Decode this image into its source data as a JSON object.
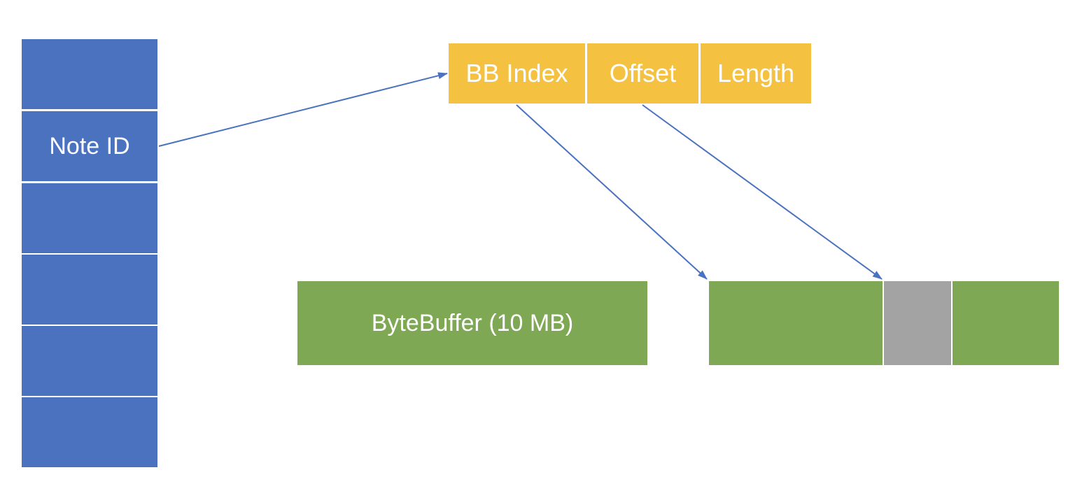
{
  "id_column": {
    "rows": [
      "",
      "Note ID",
      "",
      "",
      "",
      ""
    ]
  },
  "pointer_record": {
    "fields": [
      "BB Index",
      "Offset",
      "Length"
    ]
  },
  "buffers": {
    "label": "ByteBuffer (10 MB)"
  },
  "colors": {
    "id_column": "#4a72bf",
    "pointer_fields": "#f5c141",
    "buffer": "#7ea853",
    "selected_segment": "#a3a3a3",
    "arrow": "#4a72bf"
  }
}
